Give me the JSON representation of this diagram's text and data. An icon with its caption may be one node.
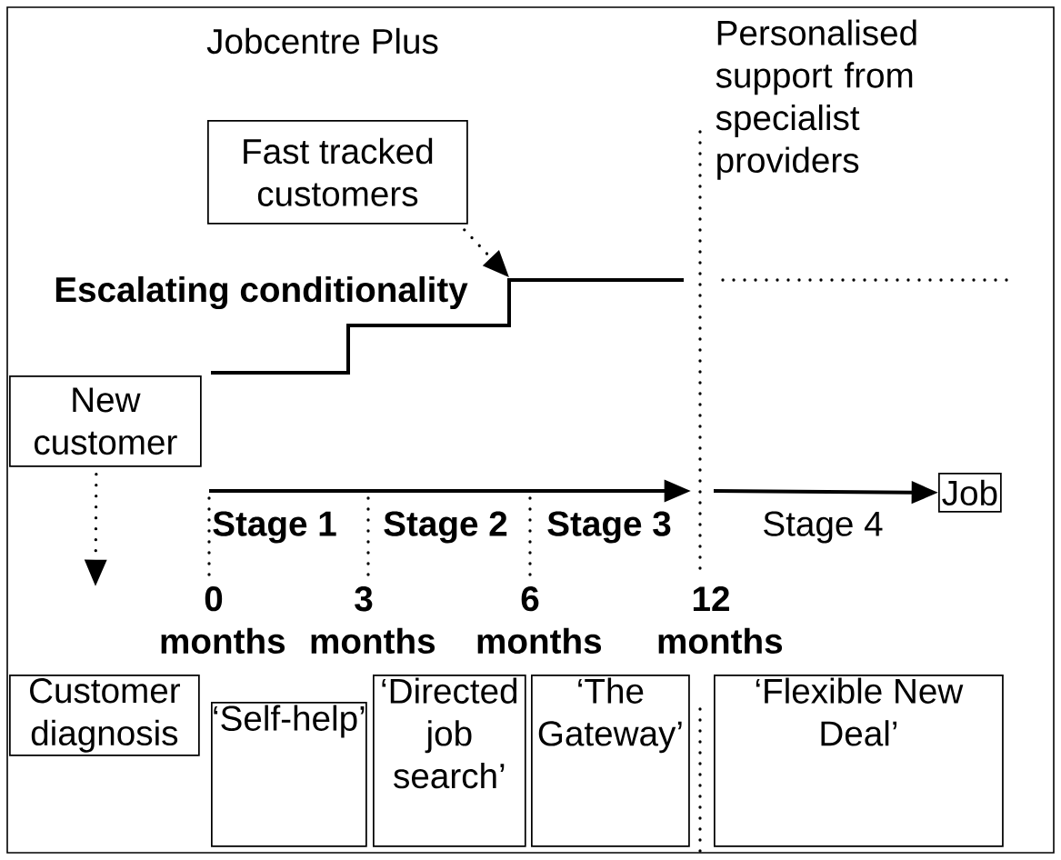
{
  "diagram": {
    "nodes": [
      {
        "text": [
          "Fast tracked customers"
        ]
      },
      {
        "text": [
          "New customer"
        ]
      },
      {
        "text": [
          "Job"
        ]
      },
      {
        "text": [
          "Customer diagnosis"
        ]
      },
      {
        "text": [
          "‘Self-help’"
        ]
      },
      {
        "text": [
          "‘Directed job search’"
        ]
      },
      {
        "text": [
          "‘The Gateway’"
        ]
      },
      {
        "text": [
          "‘Flexible New Deal’"
        ]
      }
    ],
    "edges": [
      {
        "from": 0,
        "to": null,
        "arrow": "to",
        "style": "dashed"
      },
      {
        "from": 1,
        "to": null,
        "arrow": "to",
        "style": "dashed"
      },
      {
        "from": null,
        "to": 2,
        "arrow": "to"
      }
    ],
    "labels": [
      "Jobcentre Plus",
      "Personalised support from specialist providers",
      "Escalating conditionality",
      "Stage 1",
      "Stage 2",
      "Stage 3",
      "Stage 4",
      "0 months",
      "3 months",
      "6 months",
      "12 months"
    ]
  }
}
